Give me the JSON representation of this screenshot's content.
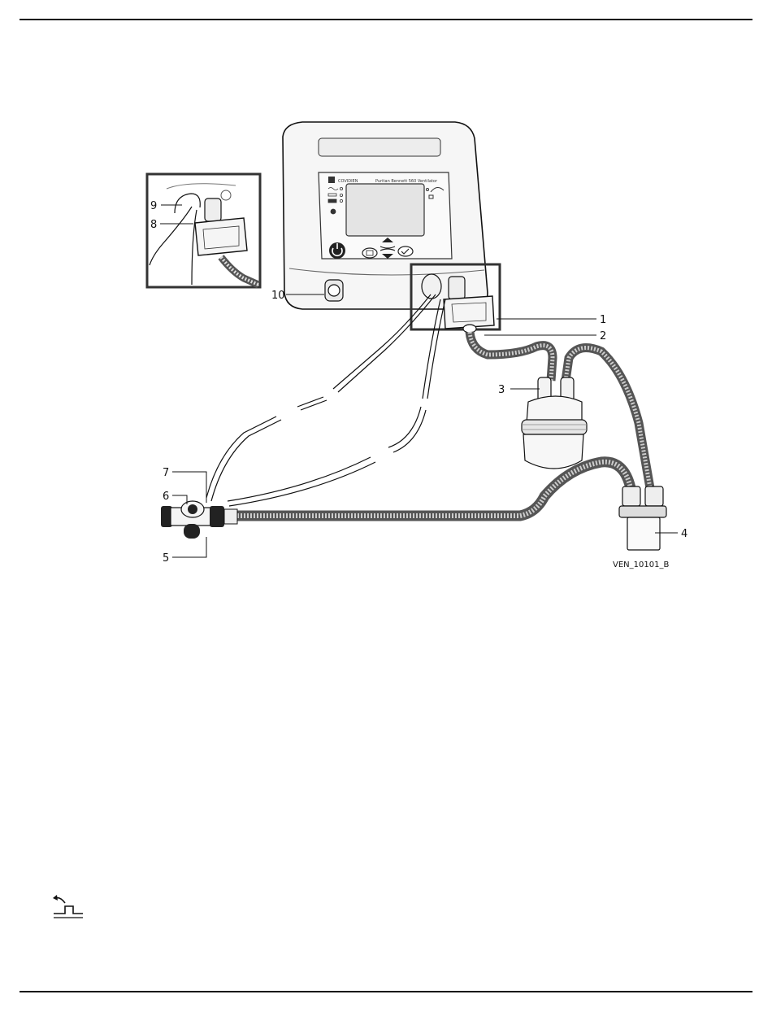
{
  "device": {
    "brand": "COVIDIEN",
    "model": "Puritan Bennett 560 Ventilator"
  },
  "callouts": [
    "1",
    "2",
    "3",
    "4",
    "5",
    "6",
    "7",
    "8",
    "9",
    "10"
  ],
  "figure_id": "VEN_10101_B",
  "icons": {
    "power": "power-icon",
    "footer": "patient-circuit-disconnect-icon"
  },
  "colors": {
    "line": "#111111",
    "housing": "#f6f6f6",
    "screen": "#e4e4e4",
    "tube": "#555555"
  }
}
